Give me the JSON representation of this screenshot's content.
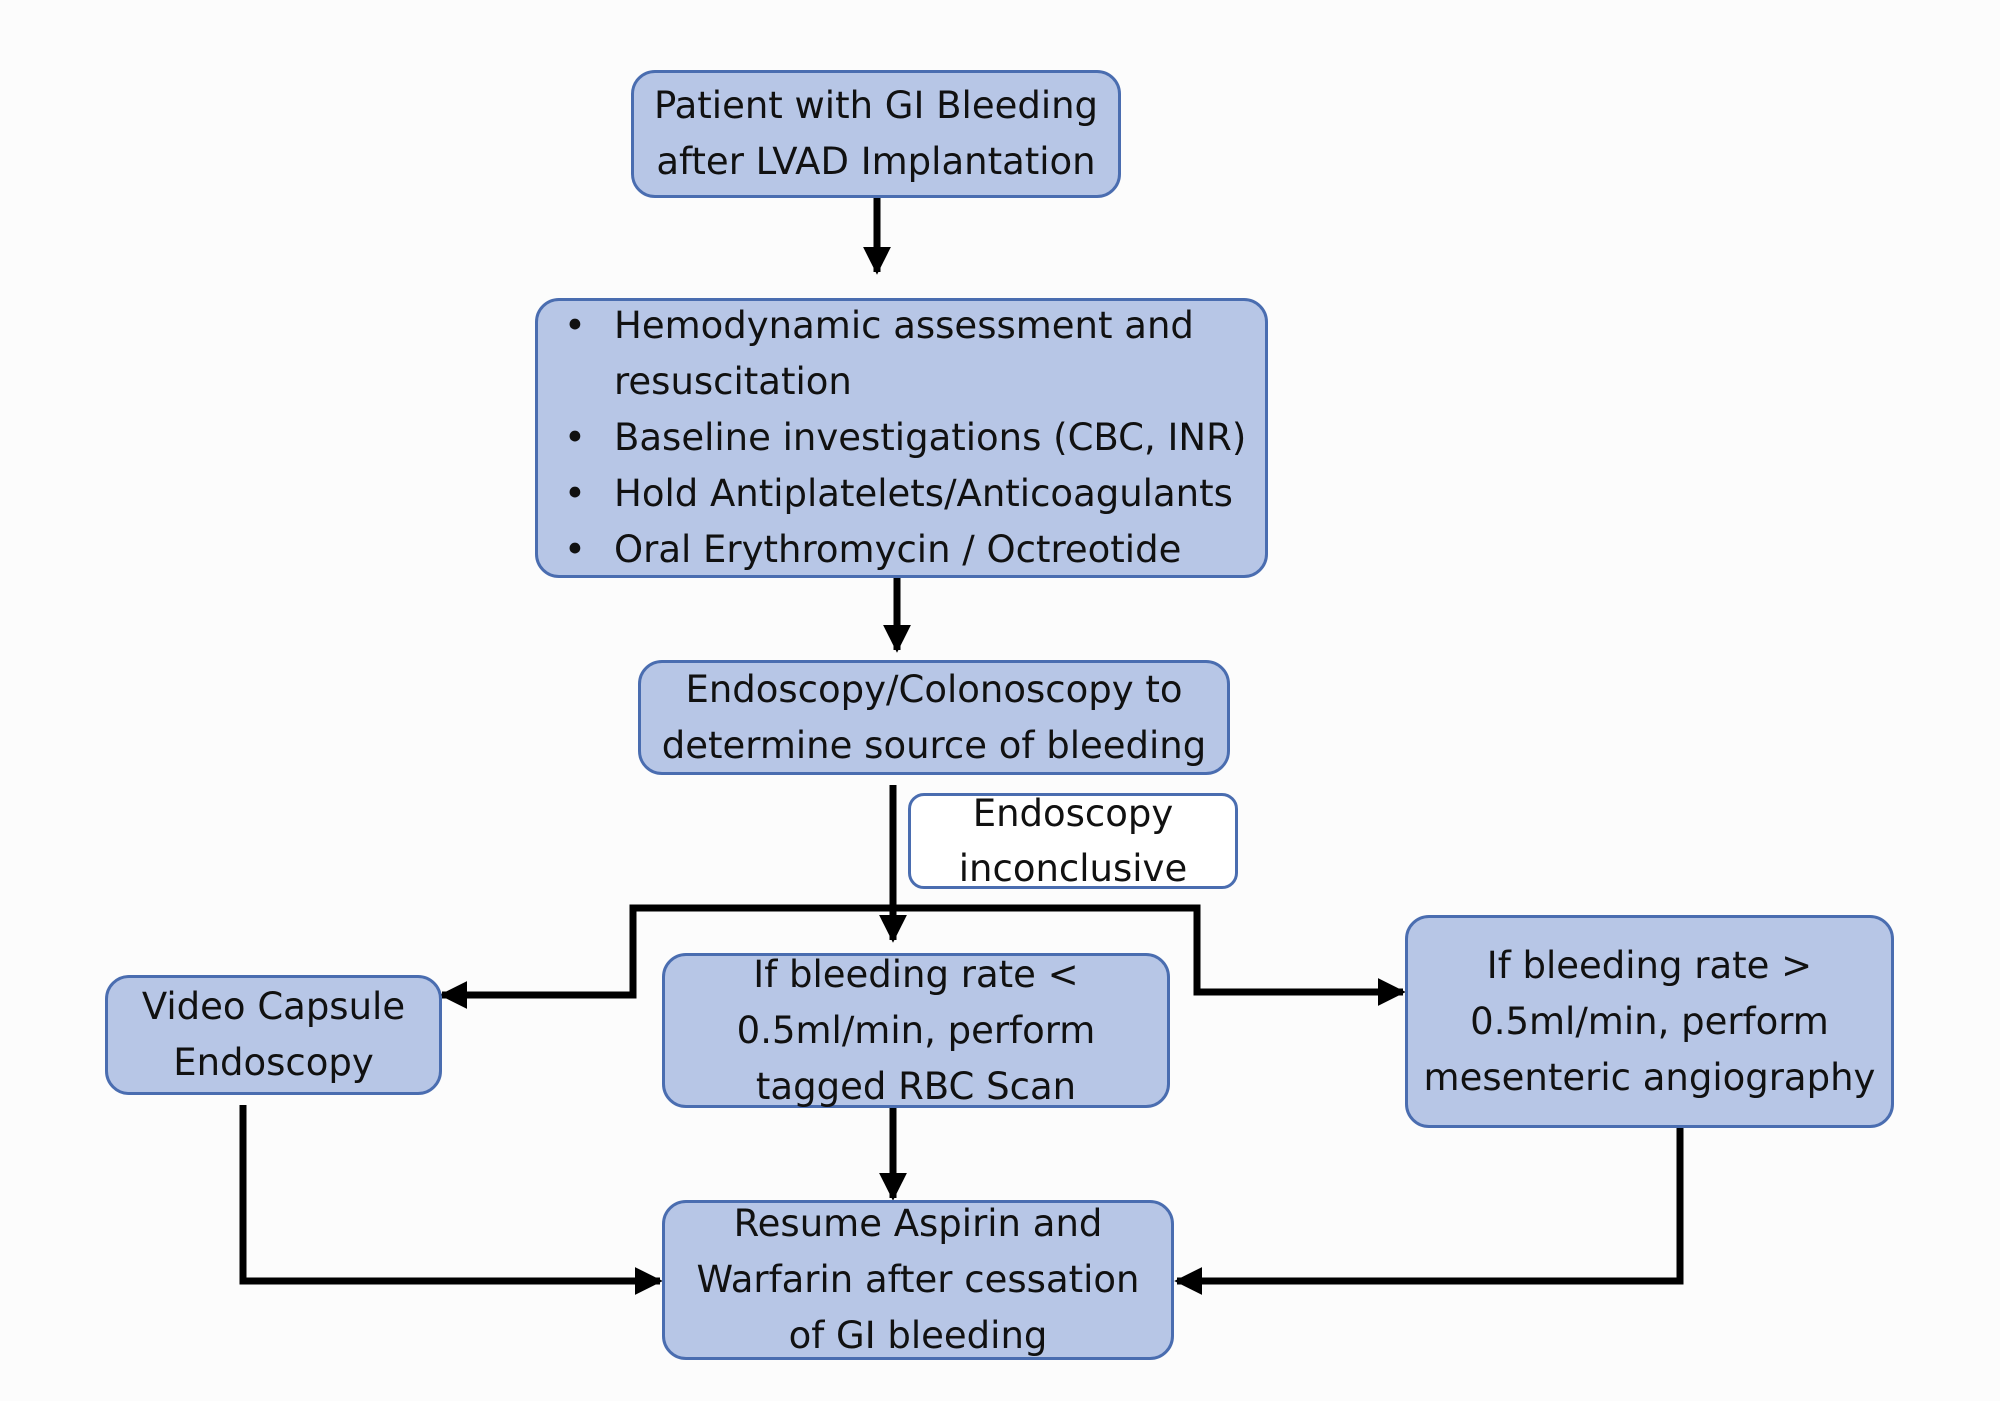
{
  "nodes": {
    "start": {
      "lines": [
        "Patient with GI Bleeding",
        "after LVAD Implantation"
      ]
    },
    "initial": {
      "items": [
        [
          "Hemodynamic assessment and",
          "resuscitation"
        ],
        [
          "Baseline investigations (CBC, INR)"
        ],
        [
          "Hold Antiplatelets/Anticoagulants"
        ],
        [
          "Oral Erythromycin / Octreotide"
        ]
      ]
    },
    "endoscopy": {
      "lines": [
        "Endoscopy/Colonoscopy to",
        "determine source of bleeding"
      ]
    },
    "inconclusive": {
      "lines": [
        "Endoscopy",
        "inconclusive"
      ]
    },
    "capsule": {
      "lines": [
        "Video Capsule",
        "Endoscopy"
      ]
    },
    "rbc_scan": {
      "lines": [
        "If bleeding rate <",
        "0.5ml/min, perform",
        "tagged RBC Scan"
      ]
    },
    "angiography": {
      "lines": [
        "If bleeding rate >",
        "0.5ml/min, perform",
        "mesenteric angiography"
      ]
    },
    "resume": {
      "lines": [
        "Resume Aspirin and",
        "Warfarin after cessation",
        "of GI bleeding"
      ]
    }
  },
  "colors": {
    "node_fill": "#b7c6e6",
    "node_border": "#4a6db0",
    "connector": "#000000"
  }
}
